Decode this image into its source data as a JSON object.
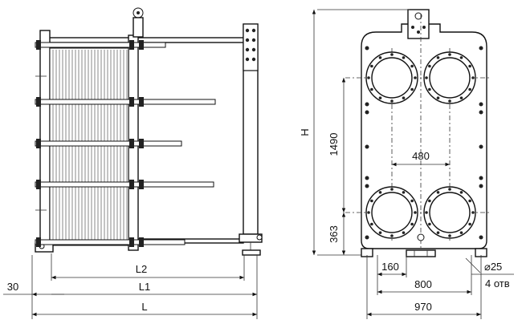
{
  "side_view": {
    "dimensions": {
      "l2": "L2",
      "l1": "L1",
      "l": "L",
      "offset": "30"
    }
  },
  "front_view": {
    "dimensions": {
      "h": "H",
      "vertical_port_spacing": "1490",
      "horizontal_port_spacing": "480",
      "lower_port_height": "363",
      "foot_inner": "160",
      "foot_spacing": "800",
      "overall_width": "970",
      "hole_diameter": "⌀25",
      "hole_count": "4 отв"
    }
  }
}
